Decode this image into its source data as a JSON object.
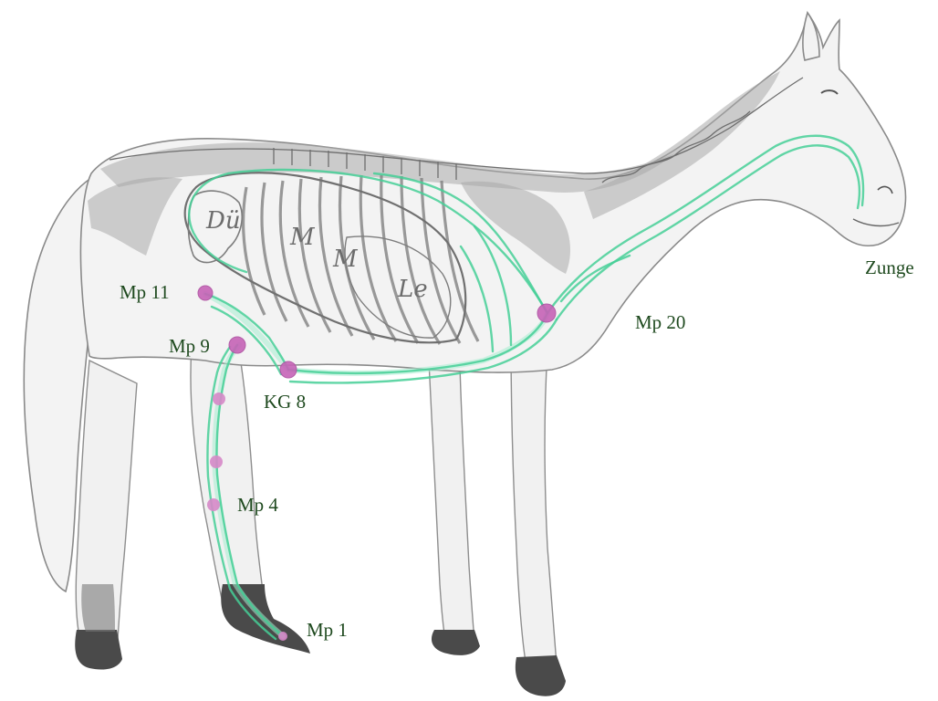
{
  "labels": {
    "zunge": "Zunge",
    "mp20": "Mp 20",
    "mp11": "Mp 11",
    "mp9": "Mp 9",
    "kg8": "KG 8",
    "mp4": "Mp 4",
    "mp1": "Mp 1"
  },
  "organ_letters": {
    "intestine": "Dü",
    "m1": "M",
    "m2": "M",
    "liver": "Le"
  },
  "colors": {
    "meridian": "#45cf97",
    "acupoint": "#c663b7",
    "label_text": "#1f4a1f"
  }
}
